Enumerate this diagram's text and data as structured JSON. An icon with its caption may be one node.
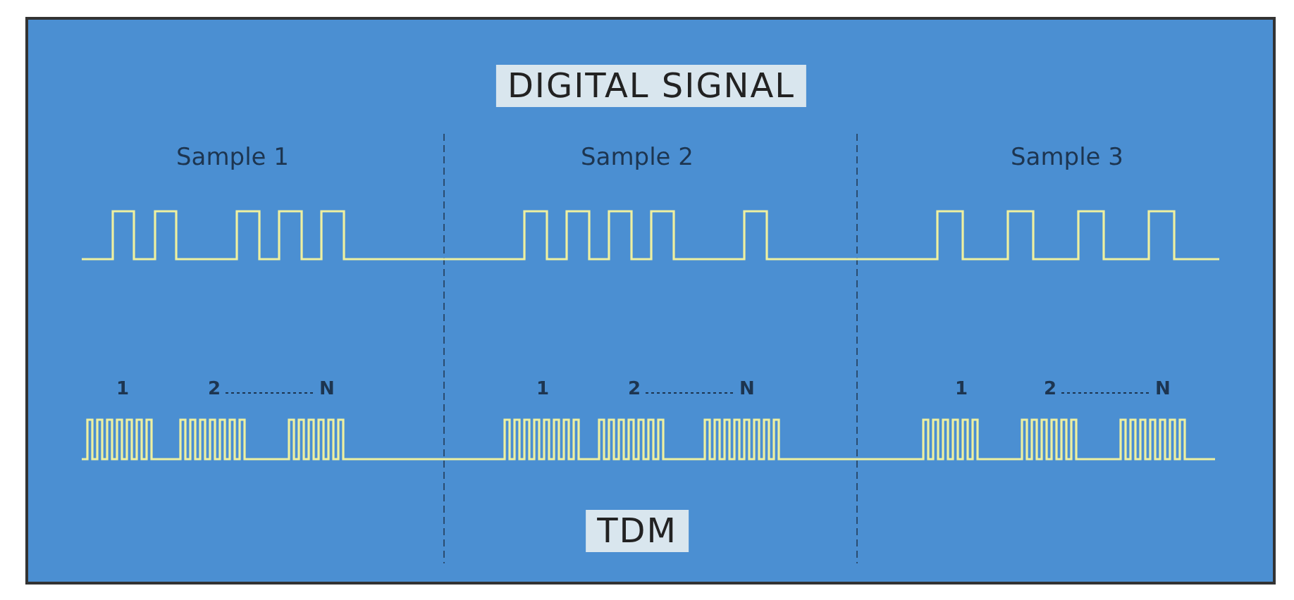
{
  "diagram": {
    "labels": [
      "DIGITAL SIGNAL",
      "Sample 1",
      "Sample 2",
      "Sample 3",
      "1",
      "2",
      "N",
      "1",
      "2",
      "N",
      "1",
      "2",
      "N",
      "TDM"
    ]
  }
}
